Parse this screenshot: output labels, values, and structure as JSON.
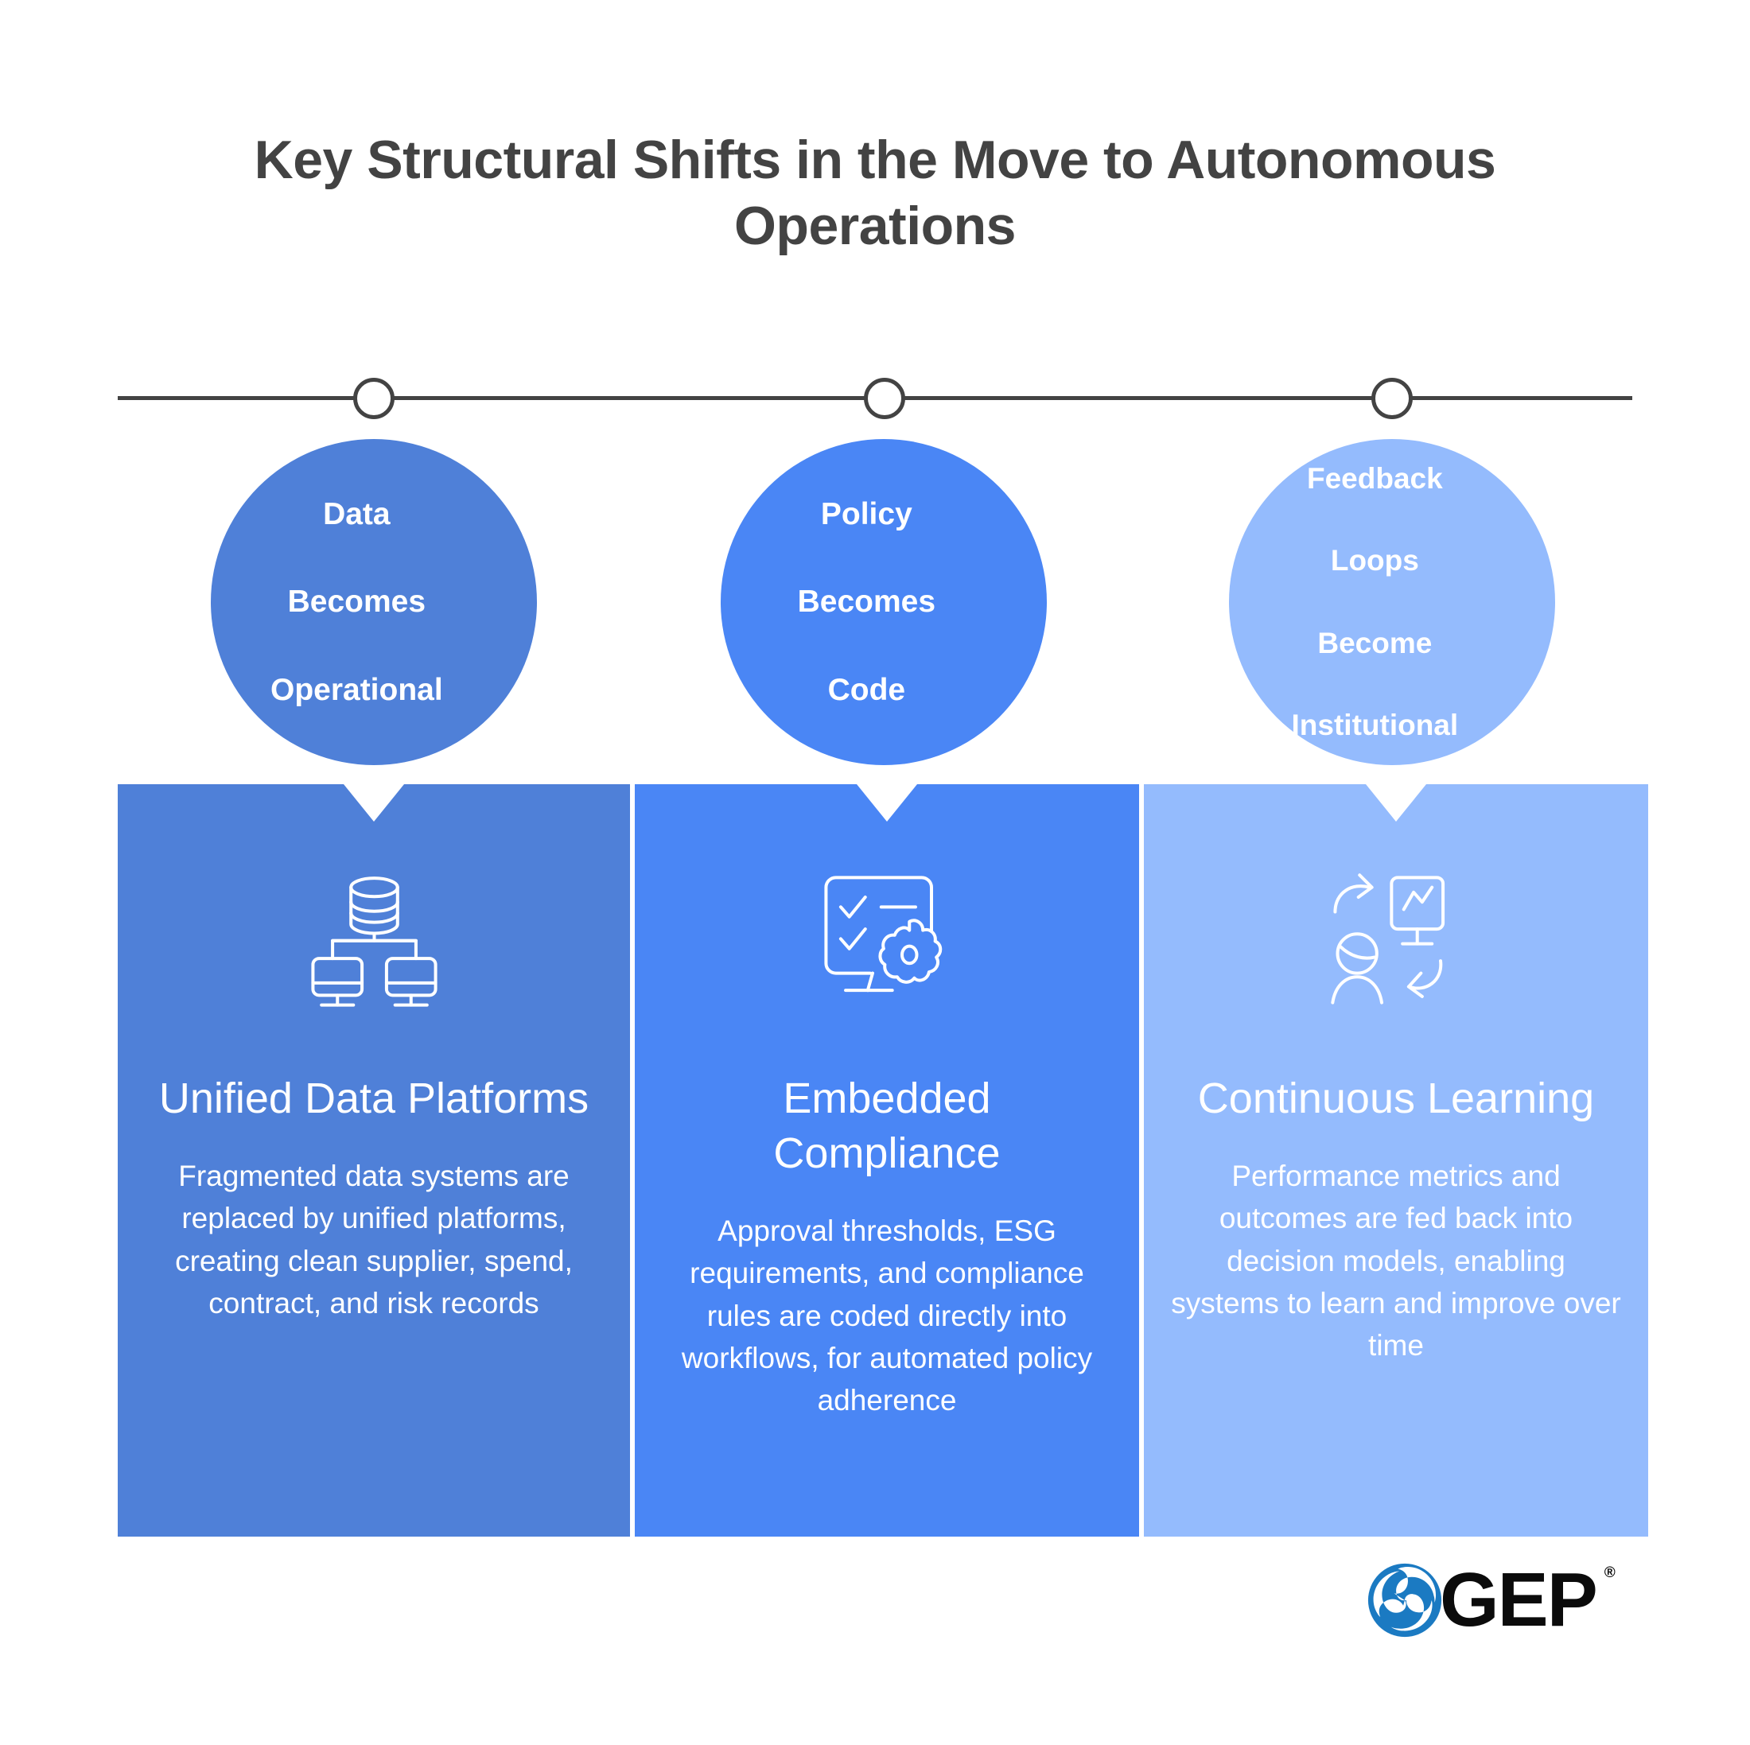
{
  "page": {
    "title_line1": "Key Structural Shifts in the Move to Autonomous",
    "title_line2": "Operations",
    "background_color": "#ffffff",
    "title_color": "#434343"
  },
  "timeline": {
    "line_color": "#434343",
    "node_fill": "#ffffff",
    "nodes": [
      {
        "label": "timeline-node-1"
      },
      {
        "label": "timeline-node-2"
      },
      {
        "label": "timeline-node-3"
      }
    ]
  },
  "bubbles": [
    {
      "line1": "Data",
      "line2": "Becomes",
      "line3": "Operational",
      "color": "#4F80D8"
    },
    {
      "line1": "Policy",
      "line2": "Becomes",
      "line3": "Code",
      "color": "#4A86F5"
    },
    {
      "line1": "Feedback",
      "line2": "Loops",
      "line3": "Become",
      "line4": "Institutional",
      "color": "#94BBFD"
    }
  ],
  "panels": [
    {
      "icon": "database-network-icon",
      "heading": "Unified Data Platforms",
      "body": "Fragmented data systems are replaced by unified platforms, creating clean supplier, spend, contract, and risk records",
      "color": "#4F80D8"
    },
    {
      "icon": "checklist-gear-icon",
      "heading": "Embedded Compliance",
      "body": "Approval thresholds, ESG requirements, and compliance rules are coded directly into workflows, for automated policy adherence",
      "color": "#4A86F5"
    },
    {
      "icon": "feedback-loop-person-chart-icon",
      "heading": "Continuous Learning",
      "body": "Performance metrics and outcomes are fed back into decision models, enabling systems to learn and improve over time",
      "color": "#94BBFD"
    }
  ],
  "logo": {
    "wordmark": "GEP",
    "registered": "®",
    "mark_icon": "gep-swirl-icon",
    "mark_color": "#1B7AC2",
    "word_color": "#0b0b0b"
  }
}
